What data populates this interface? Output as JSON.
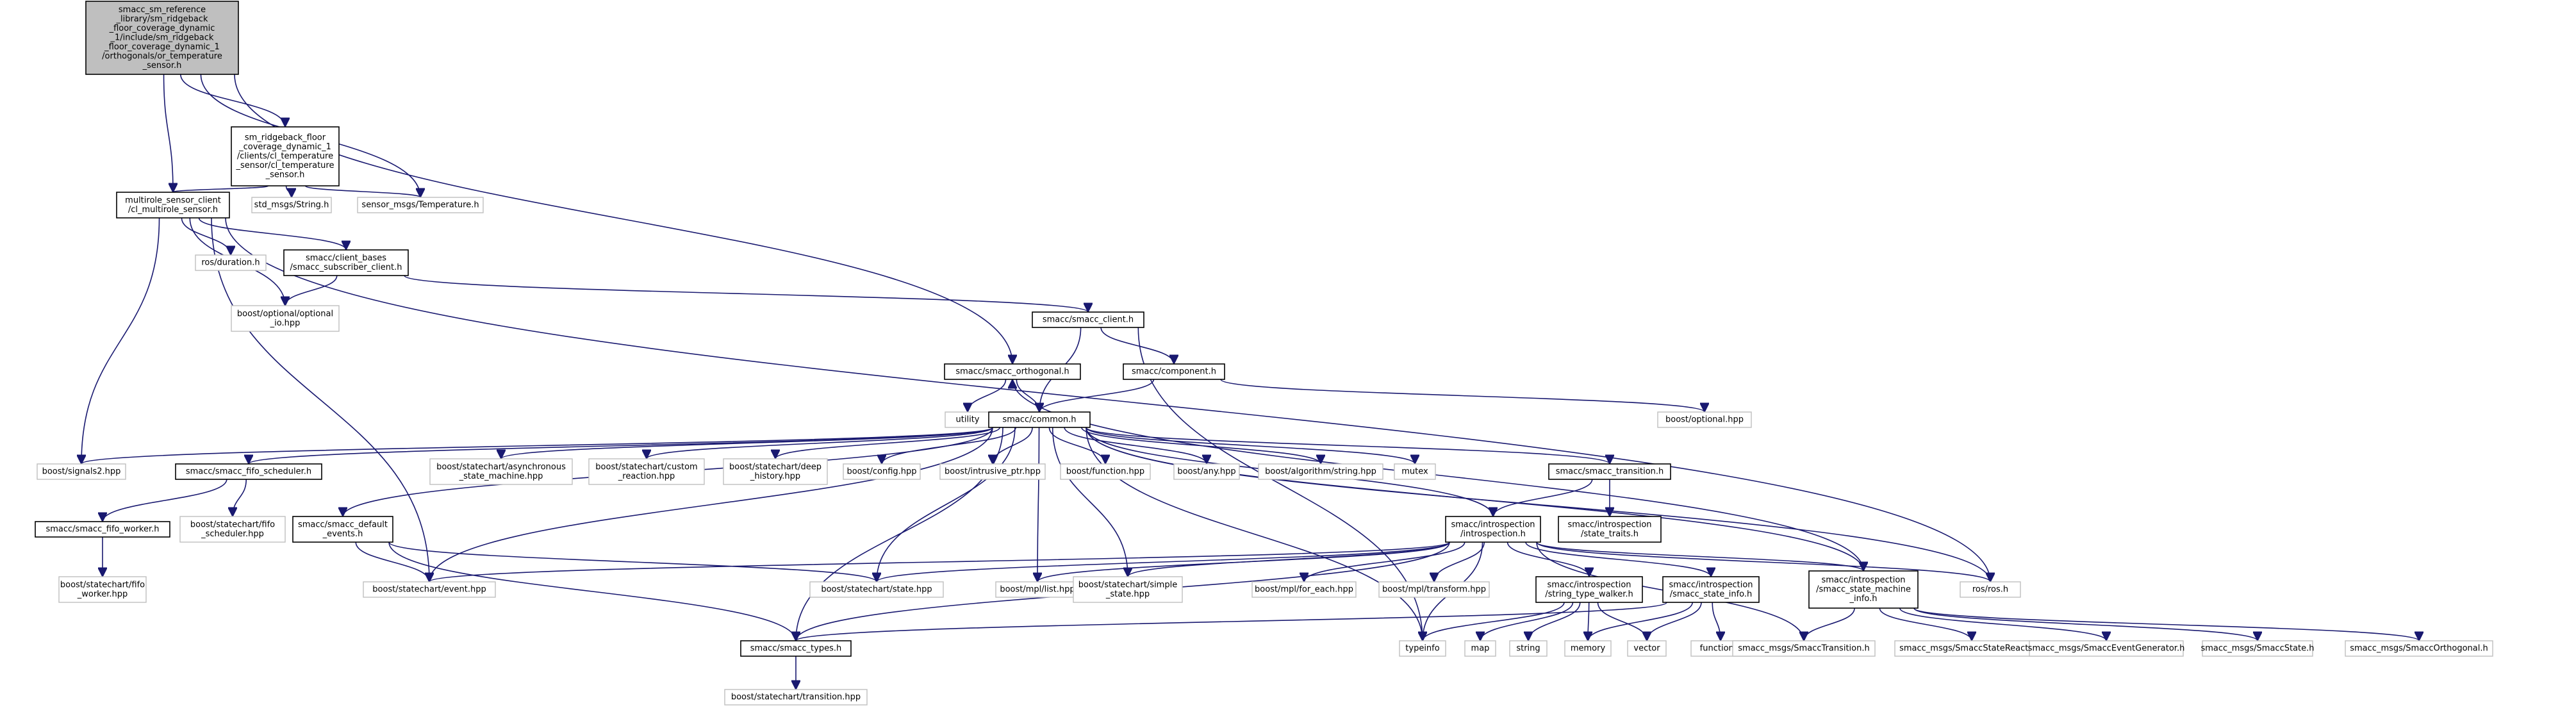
{
  "graph": {
    "nodes": [
      {
        "id": "root",
        "cls": "root",
        "lines": [
          "smacc_sm_reference",
          "_library/sm_ridgeback",
          "_floor_coverage_dynamic",
          "_1/include/sm_ridgeback",
          "_floor_coverage_dynamic_1",
          "/orthogonals/or_temperature",
          "_sensor.h"
        ]
      },
      {
        "id": "cl_temp",
        "cls": "int",
        "lines": [
          "sm_ridgeback_floor",
          "_coverage_dynamic_1",
          "/clients/cl_temperature",
          "_sensor/cl_temperature",
          "_sensor.h"
        ]
      },
      {
        "id": "multirole",
        "cls": "int",
        "lines": [
          "multirole_sensor_client",
          "/cl_multirole_sensor.h"
        ]
      },
      {
        "id": "std_string",
        "cls": "ext",
        "lines": [
          "std_msgs/String.h"
        ]
      },
      {
        "id": "sensor_temp",
        "cls": "ext",
        "lines": [
          "sensor_msgs/Temperature.h"
        ]
      },
      {
        "id": "ros_duration",
        "cls": "ext",
        "lines": [
          "ros/duration.h"
        ]
      },
      {
        "id": "subscriber",
        "cls": "int",
        "lines": [
          "smacc/client_bases",
          "/smacc_subscriber_client.h"
        ]
      },
      {
        "id": "optional_io",
        "cls": "ext",
        "lines": [
          "boost/optional/optional",
          "_io.hpp"
        ]
      },
      {
        "id": "client",
        "cls": "int",
        "lines": [
          "smacc/smacc_client.h"
        ]
      },
      {
        "id": "orthogonal",
        "cls": "int",
        "lines": [
          "smacc/smacc_orthogonal.h"
        ]
      },
      {
        "id": "component",
        "cls": "int",
        "lines": [
          "smacc/component.h"
        ]
      },
      {
        "id": "utility",
        "cls": "ext",
        "lines": [
          "utility"
        ]
      },
      {
        "id": "common",
        "cls": "int",
        "lines": [
          "smacc/common.h"
        ]
      },
      {
        "id": "boost_optional",
        "cls": "ext",
        "lines": [
          "boost/optional.hpp"
        ]
      },
      {
        "id": "signals2",
        "cls": "ext",
        "lines": [
          "boost/signals2.hpp"
        ]
      },
      {
        "id": "fifo_sched",
        "cls": "int",
        "lines": [
          "smacc/smacc_fifo_scheduler.h"
        ]
      },
      {
        "id": "async_sm",
        "cls": "ext",
        "lines": [
          "boost/statechart/asynchronous",
          "_state_machine.hpp"
        ]
      },
      {
        "id": "custom_react",
        "cls": "ext",
        "lines": [
          "boost/statechart/custom",
          "_reaction.hpp"
        ]
      },
      {
        "id": "deep_hist",
        "cls": "ext",
        "lines": [
          "boost/statechart/deep",
          "_history.hpp"
        ]
      },
      {
        "id": "config",
        "cls": "ext",
        "lines": [
          "boost/config.hpp"
        ]
      },
      {
        "id": "intrusive",
        "cls": "ext",
        "lines": [
          "boost/intrusive_ptr.hpp"
        ]
      },
      {
        "id": "function",
        "cls": "ext",
        "lines": [
          "boost/function.hpp"
        ]
      },
      {
        "id": "any",
        "cls": "ext",
        "lines": [
          "boost/any.hpp"
        ]
      },
      {
        "id": "algo_string",
        "cls": "ext",
        "lines": [
          "boost/algorithm/string.hpp"
        ]
      },
      {
        "id": "mutex",
        "cls": "ext",
        "lines": [
          "mutex"
        ]
      },
      {
        "id": "transition",
        "cls": "int",
        "lines": [
          "smacc/smacc_transition.h"
        ]
      },
      {
        "id": "fifo_worker",
        "cls": "int",
        "lines": [
          "smacc/smacc_fifo_worker.h"
        ]
      },
      {
        "id": "sc_fifo_sched",
        "cls": "ext",
        "lines": [
          "boost/statechart/fifo",
          "_scheduler.hpp"
        ]
      },
      {
        "id": "default_events",
        "cls": "int",
        "lines": [
          "smacc/smacc_default",
          "_events.h"
        ]
      },
      {
        "id": "introspection",
        "cls": "int",
        "lines": [
          "smacc/introspection",
          "/introspection.h"
        ]
      },
      {
        "id": "state_traits",
        "cls": "int",
        "lines": [
          "smacc/introspection",
          "/state_traits.h"
        ]
      },
      {
        "id": "sc_fifo_worker",
        "cls": "ext",
        "lines": [
          "boost/statechart/fifo",
          "_worker.hpp"
        ]
      },
      {
        "id": "sc_event",
        "cls": "ext",
        "lines": [
          "boost/statechart/event.hpp"
        ]
      },
      {
        "id": "sc_state",
        "cls": "ext",
        "lines": [
          "boost/statechart/state.hpp"
        ]
      },
      {
        "id": "mpl_list",
        "cls": "ext",
        "lines": [
          "boost/mpl/list.hpp"
        ]
      },
      {
        "id": "simple_state",
        "cls": "ext",
        "lines": [
          "boost/statechart/simple",
          "_state.hpp"
        ]
      },
      {
        "id": "mpl_foreach",
        "cls": "ext",
        "lines": [
          "boost/mpl/for_each.hpp"
        ]
      },
      {
        "id": "mpl_transform",
        "cls": "ext",
        "lines": [
          "boost/mpl/transform.hpp"
        ]
      },
      {
        "id": "type_walker",
        "cls": "int",
        "lines": [
          "smacc/introspection",
          "/string_type_walker.h"
        ]
      },
      {
        "id": "state_info",
        "cls": "int",
        "lines": [
          "smacc/introspection",
          "/smacc_state_info.h"
        ]
      },
      {
        "id": "sm_info",
        "cls": "int",
        "lines": [
          "smacc/introspection",
          "/smacc_state_machine",
          "_info.h"
        ]
      },
      {
        "id": "ros_h",
        "cls": "ext",
        "lines": [
          "ros/ros.h"
        ]
      },
      {
        "id": "smacc_types",
        "cls": "int",
        "lines": [
          "smacc/smacc_types.h"
        ]
      },
      {
        "id": "typeinfo",
        "cls": "ext",
        "lines": [
          "typeinfo"
        ]
      },
      {
        "id": "map",
        "cls": "ext",
        "lines": [
          "map"
        ]
      },
      {
        "id": "string",
        "cls": "ext",
        "lines": [
          "string"
        ]
      },
      {
        "id": "memory",
        "cls": "ext",
        "lines": [
          "memory"
        ]
      },
      {
        "id": "vector",
        "cls": "ext",
        "lines": [
          "vector"
        ]
      },
      {
        "id": "functional",
        "cls": "ext",
        "lines": [
          "functional"
        ]
      },
      {
        "id": "msg_transition",
        "cls": "ext",
        "lines": [
          "smacc_msgs/SmaccTransition.h"
        ]
      },
      {
        "id": "msg_reactor",
        "cls": "ext",
        "lines": [
          "smacc_msgs/SmaccStateReactor.h"
        ]
      },
      {
        "id": "msg_evgen",
        "cls": "ext",
        "lines": [
          "smacc_msgs/SmaccEventGenerator.h"
        ]
      },
      {
        "id": "msg_state",
        "cls": "ext",
        "lines": [
          "smacc_msgs/SmaccState.h"
        ]
      },
      {
        "id": "msg_orth",
        "cls": "ext",
        "lines": [
          "smacc_msgs/SmaccOrthogonal.h"
        ]
      },
      {
        "id": "sc_transition",
        "cls": "ext",
        "lines": [
          "boost/statechart/transition.hpp"
        ]
      }
    ],
    "edges": [
      [
        "root",
        "cl_temp"
      ],
      [
        "root",
        "multirole"
      ],
      [
        "root",
        "sensor_temp"
      ],
      [
        "root",
        "orthogonal"
      ],
      [
        "cl_temp",
        "multirole"
      ],
      [
        "cl_temp",
        "std_string"
      ],
      [
        "cl_temp",
        "sensor_temp"
      ],
      [
        "multirole",
        "ros_duration"
      ],
      [
        "multirole",
        "subscriber"
      ],
      [
        "multirole",
        "optional_io"
      ],
      [
        "multirole",
        "signals2"
      ],
      [
        "multirole",
        "sc_event"
      ],
      [
        "multirole",
        "ros_h"
      ],
      [
        "subscriber",
        "optional_io"
      ],
      [
        "subscriber",
        "client"
      ],
      [
        "client",
        "component"
      ],
      [
        "client",
        "common"
      ],
      [
        "client",
        "typeinfo"
      ],
      [
        "orthogonal",
        "utility"
      ],
      [
        "orthogonal",
        "common"
      ],
      [
        "component",
        "common"
      ],
      [
        "component",
        "boost_optional"
      ],
      [
        "common",
        "signals2"
      ],
      [
        "common",
        "fifo_sched"
      ],
      [
        "common",
        "async_sm"
      ],
      [
        "common",
        "custom_react"
      ],
      [
        "common",
        "deep_hist"
      ],
      [
        "common",
        "config"
      ],
      [
        "common",
        "intrusive"
      ],
      [
        "common",
        "function"
      ],
      [
        "common",
        "any"
      ],
      [
        "common",
        "algo_string"
      ],
      [
        "common",
        "mutex"
      ],
      [
        "common",
        "transition"
      ],
      [
        "common",
        "default_events"
      ],
      [
        "common",
        "introspection"
      ],
      [
        "common",
        "sc_event"
      ],
      [
        "common",
        "sc_state"
      ],
      [
        "common",
        "mpl_list"
      ],
      [
        "common",
        "simple_state"
      ],
      [
        "common",
        "smacc_types"
      ],
      [
        "common",
        "ros_h"
      ],
      [
        "common",
        "sm_info"
      ],
      [
        "common",
        "typeinfo"
      ],
      [
        "fifo_sched",
        "fifo_worker"
      ],
      [
        "fifo_sched",
        "sc_fifo_sched"
      ],
      [
        "fifo_worker",
        "sc_fifo_worker"
      ],
      [
        "default_events",
        "sc_event"
      ],
      [
        "default_events",
        "sc_state"
      ],
      [
        "default_events",
        "smacc_types"
      ],
      [
        "transition",
        "introspection"
      ],
      [
        "transition",
        "state_traits"
      ],
      [
        "introspection",
        "sc_event"
      ],
      [
        "introspection",
        "sc_state"
      ],
      [
        "introspection",
        "mpl_list"
      ],
      [
        "introspection",
        "simple_state"
      ],
      [
        "introspection",
        "mpl_foreach"
      ],
      [
        "introspection",
        "mpl_transform"
      ],
      [
        "introspection",
        "type_walker"
      ],
      [
        "introspection",
        "state_info"
      ],
      [
        "introspection",
        "sm_info"
      ],
      [
        "introspection",
        "ros_h"
      ],
      [
        "introspection",
        "smacc_types"
      ],
      [
        "introspection",
        "typeinfo"
      ],
      [
        "introspection",
        "msg_transition"
      ],
      [
        "type_walker",
        "typeinfo"
      ],
      [
        "type_walker",
        "map"
      ],
      [
        "type_walker",
        "string"
      ],
      [
        "type_walker",
        "memory"
      ],
      [
        "type_walker",
        "vector"
      ],
      [
        "state_info",
        "smacc_types"
      ],
      [
        "state_info",
        "memory"
      ],
      [
        "state_info",
        "vector"
      ],
      [
        "state_info",
        "functional"
      ],
      [
        "sm_info",
        "orthogonal"
      ],
      [
        "sm_info",
        "msg_transition"
      ],
      [
        "sm_info",
        "msg_reactor"
      ],
      [
        "sm_info",
        "msg_evgen"
      ],
      [
        "sm_info",
        "msg_state"
      ],
      [
        "sm_info",
        "msg_orth"
      ],
      [
        "smacc_types",
        "sc_transition"
      ]
    ]
  }
}
